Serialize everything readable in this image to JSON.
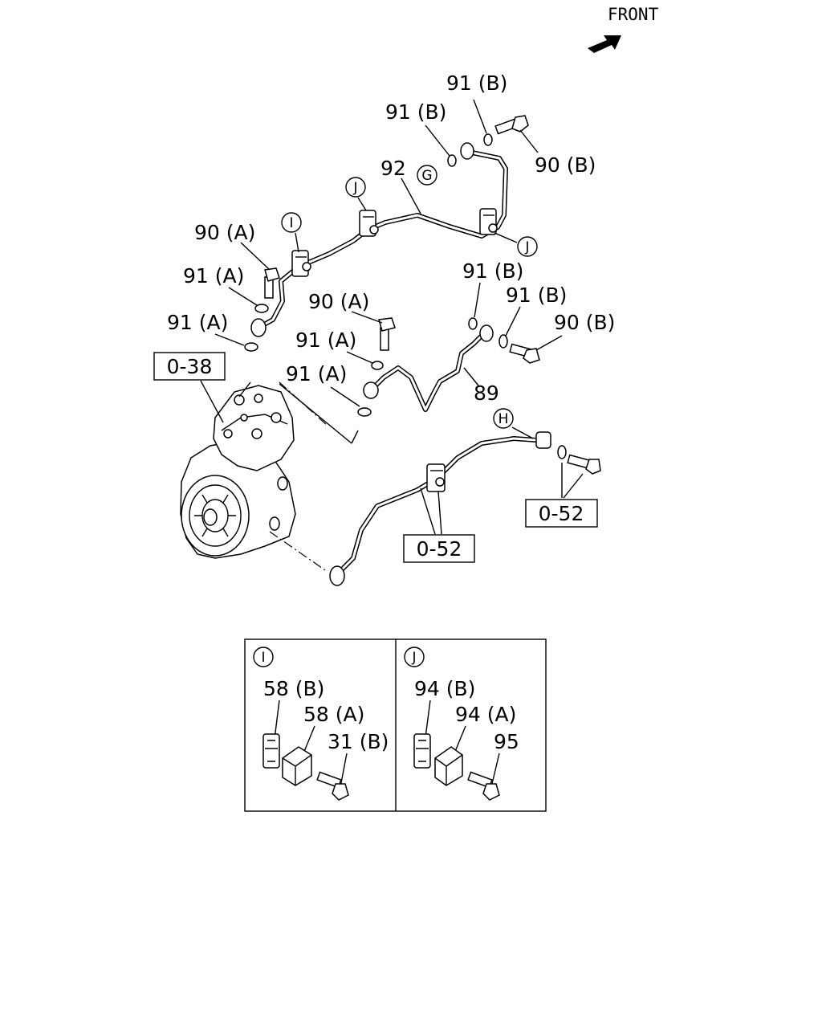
{
  "front_label": "FRONT",
  "callouts": {
    "c91b_top": "91 (B)",
    "c91b_second": "91 (B)",
    "c90b_top": "90 (B)",
    "c92": "92",
    "c90a_left": "90 (A)",
    "c91a_left": "91 (A)",
    "c91a_lower": "91 (A)",
    "c90a_mid": "90 (A)",
    "c91a_mid": "91 (A)",
    "c91a_bottom": "91 (A)",
    "c91b_mid": "91 (B)",
    "c91b_right": "91 (B)",
    "c90b_mid": "90 (B)",
    "c89": "89"
  },
  "circled_markers": {
    "g": "G",
    "j_upper": "J",
    "i_upper": "I",
    "j_right": "J",
    "h": "H"
  },
  "ref_boxes": {
    "ref_038": "0-38",
    "ref_052_right": "0-52",
    "ref_052_center": "0-52"
  },
  "inset_i": {
    "marker": "I",
    "labels": [
      "58 (B)",
      "58 (A)",
      "31 (B)"
    ]
  },
  "inset_j": {
    "marker": "J",
    "labels": [
      "94 (B)",
      "94 (A)",
      "95"
    ]
  }
}
